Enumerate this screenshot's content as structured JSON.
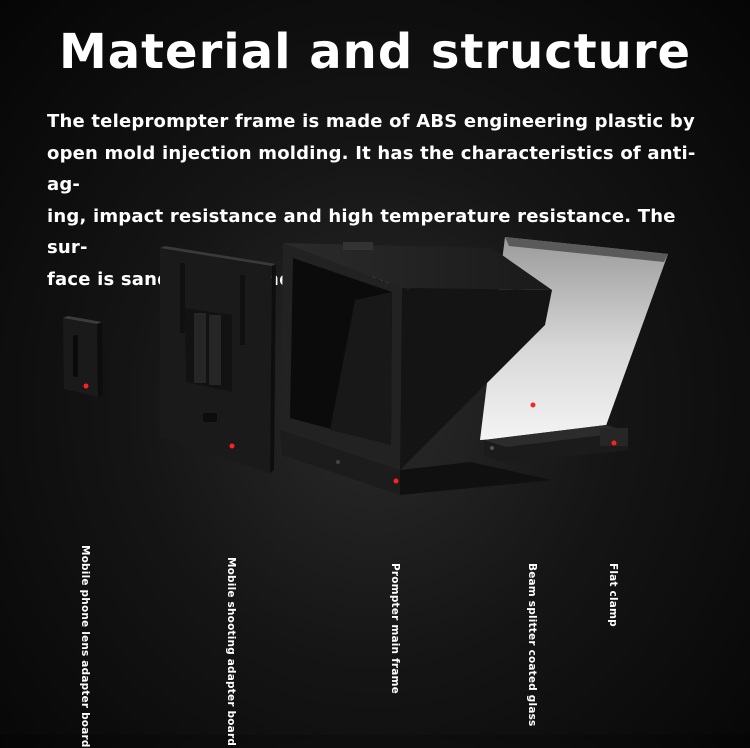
{
  "title": "Material and structure",
  "description": "The teleprompter frame is made of ABS engineering plastic by\nopen mold injection molding. It has the characteristics of anti-ag-\ning, impact resistance and high temperature resistance. The sur-\nface is sandblasted and black sprayed, Frosted texture.",
  "parts": [
    {
      "label": "Mobile phone lens adapter board"
    },
    {
      "label": "Mobile shooting adapter board"
    },
    {
      "label": "Prompter main frame"
    },
    {
      "label": "Beam splitter coated glass"
    },
    {
      "label": "Flat clamp"
    }
  ],
  "colors": {
    "background": "#0a0a0a",
    "text": "#ffffff",
    "leader": "#e01818",
    "body": "#1f1f1f"
  }
}
